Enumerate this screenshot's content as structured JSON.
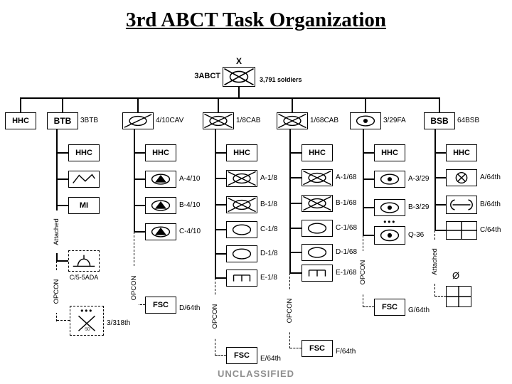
{
  "title": "3rd ABCT Task Organization",
  "footer": "UNCLASSIFIED",
  "root": {
    "echelon": "X",
    "name": "3ABCT",
    "strength": "3,791 soldiers"
  },
  "top": {
    "hhc": "HHC",
    "btb": {
      "name": "BTB",
      "tag": "3BTB"
    },
    "cav": {
      "tag": "4/10CAV"
    },
    "cab1": {
      "tag": "1/8CAB"
    },
    "cab2": {
      "tag": "1/68CAB"
    },
    "fa": {
      "tag": "3/29FA"
    },
    "bsb": {
      "name": "BSB",
      "tag": "64BSB"
    }
  },
  "btb": {
    "hhc": "HHC",
    "mi": "MI",
    "attached": "Attached",
    "ada_tag": "C/5-5ADA",
    "opcon": "OPCON",
    "det_echelon": "●●●",
    "det_sd": "SD",
    "det_tag": "3/318th"
  },
  "cav": {
    "hhc": "HHC",
    "a": "A-4/10",
    "b": "B-4/10",
    "c": "C-4/10",
    "opcon": "OPCON",
    "fsc": "FSC",
    "fsc_tag": "D/64th"
  },
  "cab1": {
    "hhc": "HHC",
    "a": "A-1/8",
    "b": "B-1/8",
    "c": "C-1/8",
    "d": "D-1/8",
    "e": "E-1/8",
    "opcon": "OPCON",
    "fsc": "FSC",
    "fsc_tag": "E/64th"
  },
  "cab2": {
    "hhc": "HHC",
    "a": "A-1/68",
    "b": "B-1/68",
    "c": "C-1/68",
    "d": "D-1/68",
    "e": "E-1/68",
    "opcon": "OPCON",
    "fsc": "FSC",
    "fsc_tag": "F/64th"
  },
  "fa": {
    "hhc": "HHC",
    "a": "A-3/29",
    "b": "B-3/29",
    "q_echelon": "●●●",
    "q": "Q-36",
    "opcon": "OPCON",
    "fsc": "FSC",
    "fsc_tag": "G/64th"
  },
  "bsb": {
    "hhc": "HHC",
    "a": "A/64th",
    "b": "B/64th",
    "c": "C/64th",
    "attached": "Attached",
    "detach_mark": "Ø"
  }
}
